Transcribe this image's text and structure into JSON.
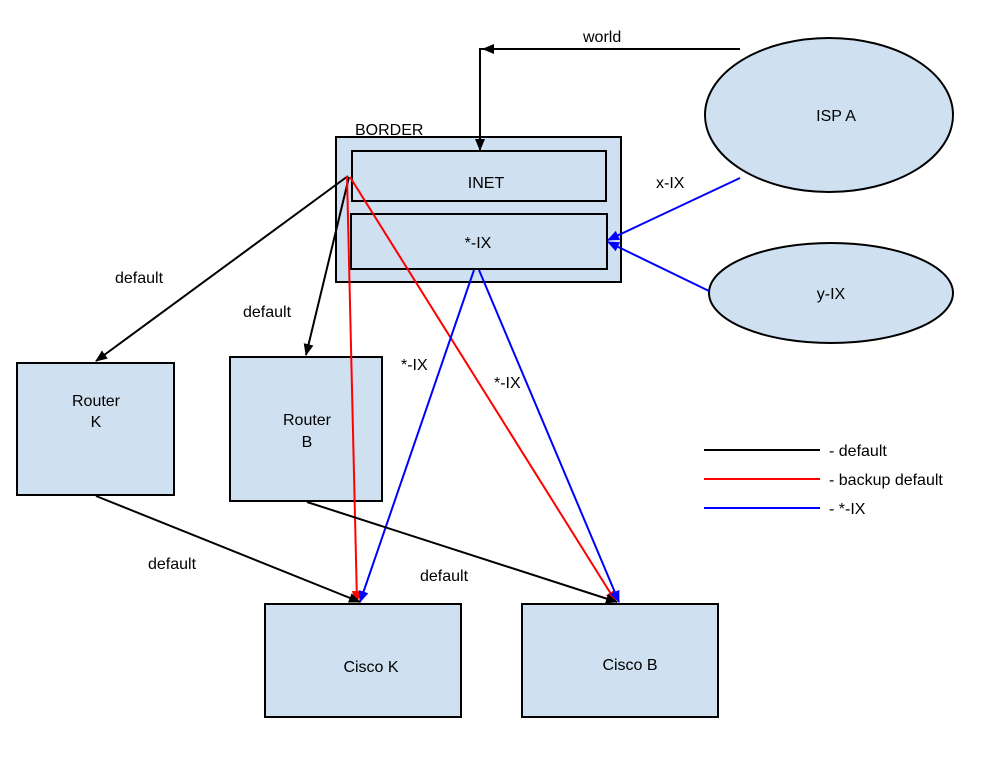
{
  "diagram": {
    "colors": {
      "default": "#000000",
      "backup_default": "#ff0000",
      "ix": "#0000ff",
      "node_fill": "#cfe0f1"
    },
    "nodes": {
      "border": "BORDER",
      "inet": "INET",
      "ix": "*-IX",
      "isp_a": "ISP A",
      "y_ix": "y-IX",
      "router_k": [
        "Router",
        "K"
      ],
      "router_b": [
        "Router",
        "B"
      ],
      "cisco_k": "Cisco K",
      "cisco_b": "Cisco B"
    },
    "edge_labels": {
      "world": "world",
      "x_ix": "x-IX",
      "default_router_k": "default",
      "default_router_b": "default",
      "ix_cisco_k": "*-IX",
      "ix_cisco_b": "*-IX",
      "default_cisco_k": "default",
      "default_cisco_b": "default"
    },
    "legend": [
      {
        "type": "default",
        "label": "- default"
      },
      {
        "type": "backup_default",
        "label": "- backup default"
      },
      {
        "type": "ix",
        "label": "- *-IX"
      }
    ]
  }
}
